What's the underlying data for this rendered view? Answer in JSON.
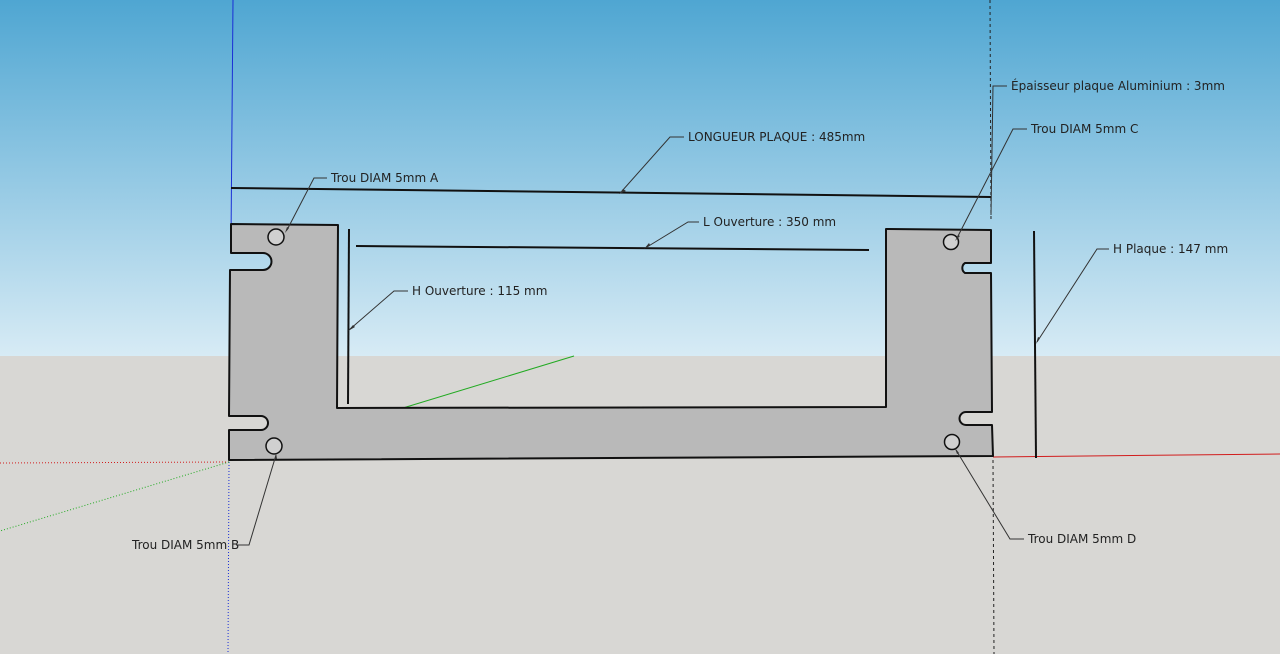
{
  "colors": {
    "sky_top": "#4fa6d2",
    "sky_bottom": "#d7ebf5",
    "ground": "#d8d7d4",
    "plate_fill": "#b9b9b9",
    "plate_edge": "#111111",
    "axis_red": "#d11d1d",
    "axis_green": "#22aa22",
    "axis_blue": "#1a2fd6"
  },
  "labels": {
    "longueur_plaque": "LONGUEUR PLAQUE : 485mm",
    "l_ouverture": "L Ouverture : 350 mm",
    "h_ouverture": "H Ouverture : 115 mm",
    "h_plaque": "H Plaque : 147 mm",
    "epaisseur": "Épaisseur plaque Aluminium : 3mm",
    "trou_a": "Trou DIAM 5mm A",
    "trou_b": "Trou DIAM 5mm B",
    "trou_c": "Trou DIAM 5mm C",
    "trou_d": "Trou DIAM 5mm D"
  }
}
